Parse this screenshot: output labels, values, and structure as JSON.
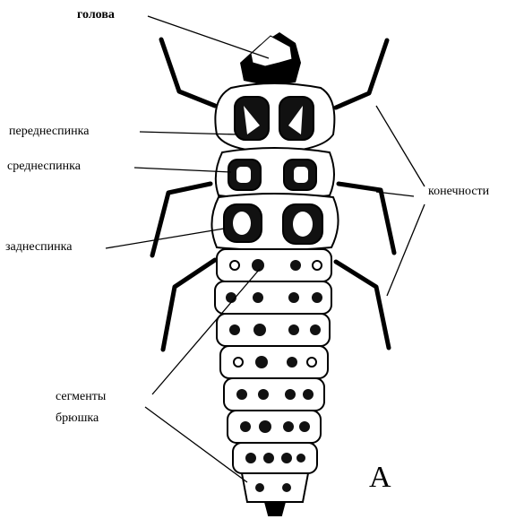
{
  "labels": {
    "head": "голова",
    "pronotum": "переднеспинка",
    "mesonotum": "среднеспинка",
    "metanotum": "заднеспинка",
    "limbs": "конечности",
    "abdomen_line1": "сегменты",
    "abdomen_line2": "брюшка"
  },
  "figure_letter": "А",
  "colors": {
    "ink": "#000000",
    "paper": "#ffffff"
  }
}
